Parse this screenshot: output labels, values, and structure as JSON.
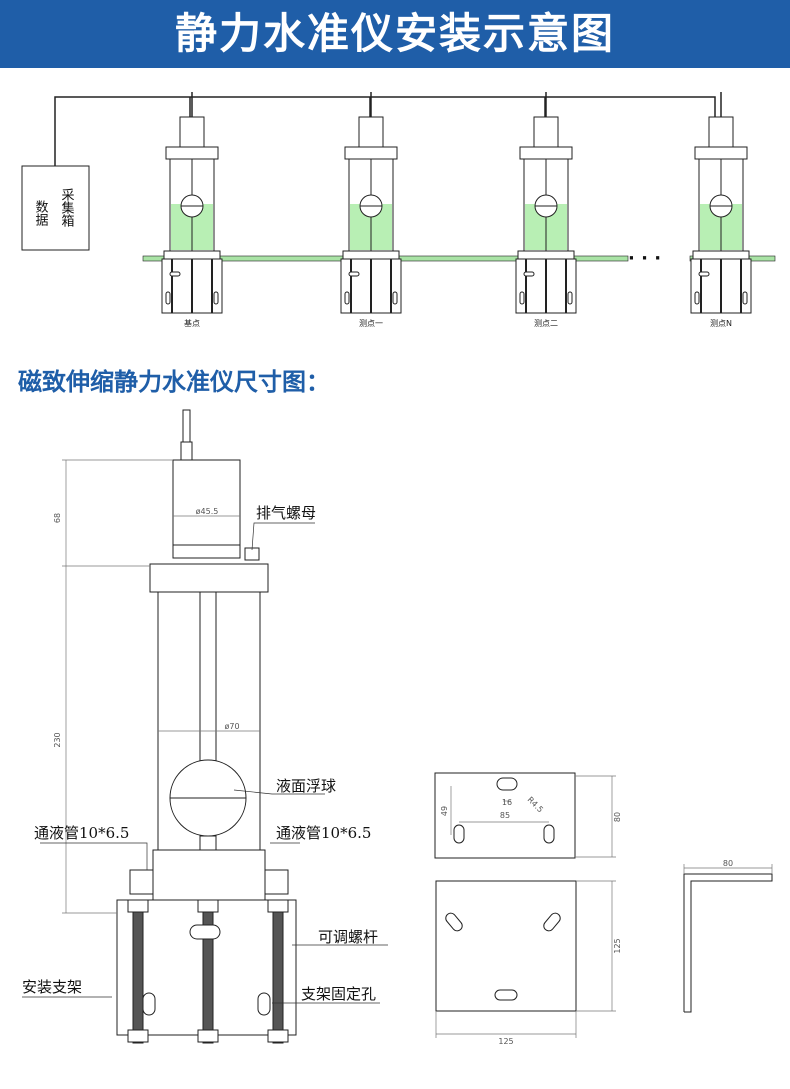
{
  "header": {
    "title": "静力水准仪安装示意图"
  },
  "install": {
    "collector_label_col1": "数据",
    "collector_label_col2": "采集箱",
    "points": [
      "基点",
      "测点一",
      "测点二",
      "测点N"
    ],
    "ellipsis": "· · ·"
  },
  "section2": {
    "title": "磁致伸缩静力水准仪尺寸图："
  },
  "dimensions": {
    "d_top": "68",
    "d_body": "230",
    "phi_head": "ø45.5",
    "phi_tube": "ø70",
    "plate_w": "85",
    "plate_h": "49",
    "plate_slot": "16",
    "plate_radius": "R4.5",
    "plate_side": "80",
    "plate2_side": "125",
    "plate2_bottom": "125",
    "angle_top": "80"
  },
  "labels": {
    "vent_nut": "排气螺母",
    "float_ball": "液面浮球",
    "pipe_left": "通液管10*6.5",
    "pipe_right": "通液管10*6.5",
    "adjust_screw": "可调螺杆",
    "mount_bracket": "安装支架",
    "bracket_hole": "支架固定孔"
  },
  "colors": {
    "banner": "#1f5ea8",
    "liquid": "#b8efb4",
    "pipe": "#a9e3a5"
  }
}
